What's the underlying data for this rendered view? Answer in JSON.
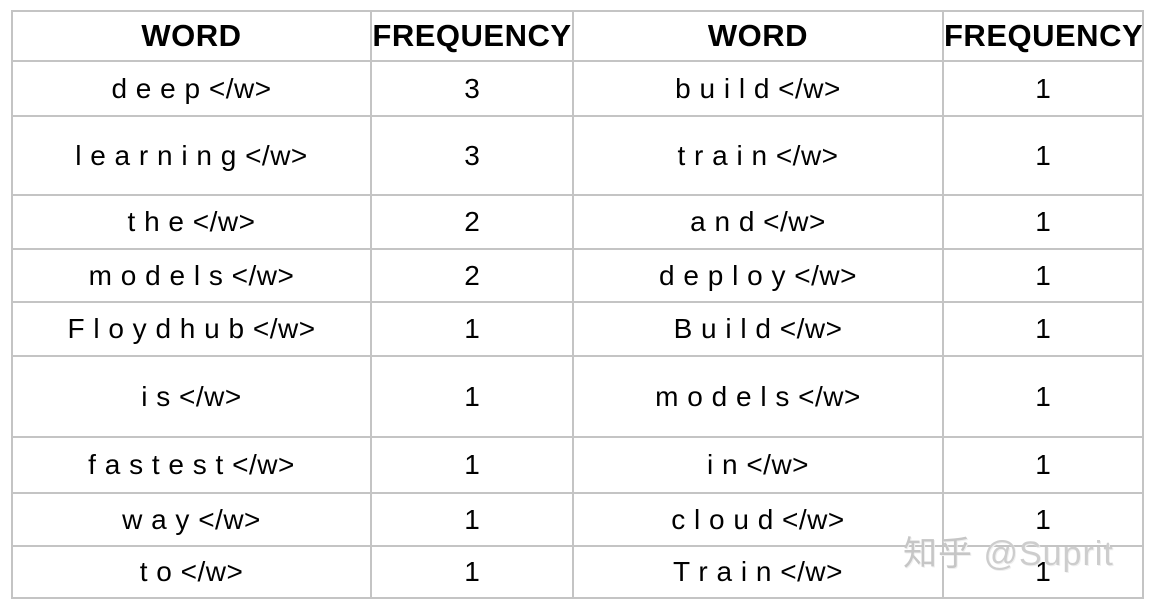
{
  "chart_data": {
    "type": "table",
    "title": "Word frequency table with end-of-word </w> tokens",
    "columns": [
      "WORD",
      "FREQUENCY",
      "WORD",
      "FREQUENCY"
    ],
    "rows": [
      [
        "d e e p </w>",
        "3",
        "b u i l d </w>",
        "1"
      ],
      [
        "l e a r n i n g </w>",
        "3",
        "t r a i n </w>",
        "1"
      ],
      [
        "t h e </w>",
        "2",
        "a n d </w>",
        "1"
      ],
      [
        "m o d e l s </w>",
        "2",
        "d e p l o y </w>",
        "1"
      ],
      [
        "F l o y d h u b </w>",
        "1",
        "B u i l d </w>",
        "1"
      ],
      [
        "i s </w>",
        "1",
        "m o d e l s </w>",
        "1"
      ],
      [
        "f a s t e s t </w>",
        "1",
        "i n </w>",
        "1"
      ],
      [
        "w a y </w>",
        "1",
        "c l o u d </w>",
        "1"
      ],
      [
        "t o </w>",
        "1",
        "T r a i n </w>",
        "1"
      ]
    ]
  },
  "watermark": {
    "brand": "知乎",
    "handle": "@Suprit"
  },
  "colors": {
    "background": "#ffffff",
    "border": "#c4c4c4",
    "text": "#000000",
    "watermark": "#c9c9c9"
  }
}
